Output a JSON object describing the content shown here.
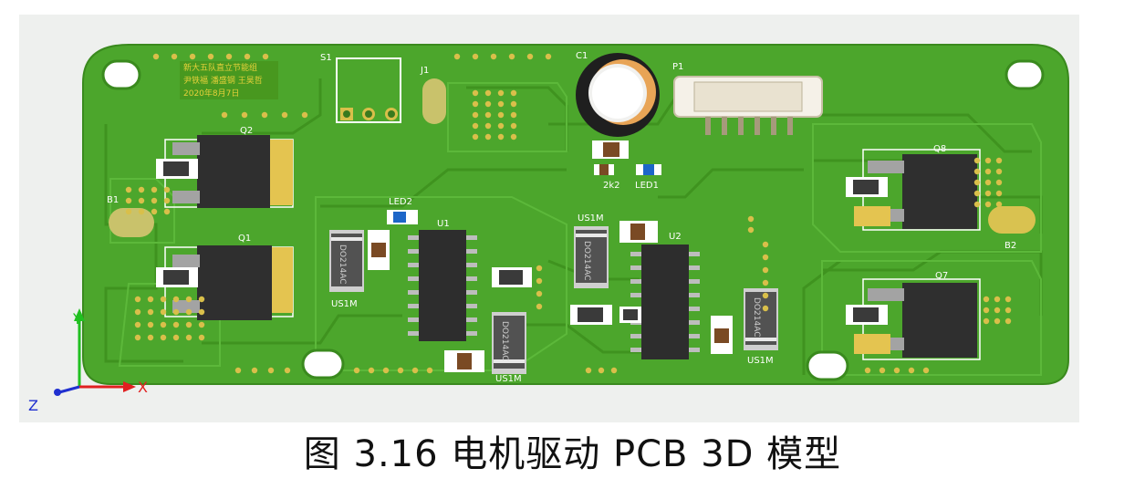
{
  "caption": "图  3.16  电机驱动 PCB 3D 模型",
  "colors": {
    "viewport_bg": "#eef0ee",
    "board": "#4ca62c",
    "board_light": "#5cb83a",
    "trace": "#3f931f",
    "silk": "#ffffff",
    "pad": "#d9bf4a",
    "ic_body": "#2d2d2d",
    "axis_x": "#e02020",
    "axis_y": "#20c020",
    "axis_z": "#2030d0"
  },
  "silkscreen": {
    "note_line1": "新大五队直立节能组",
    "note_line2": "尹铁福 潘盛钢 王昊哲",
    "note_line3": "2020年8月7日",
    "S1": "S1",
    "J1": "J1",
    "C1": "C1",
    "P1": "P1",
    "Q2": "Q2",
    "Q1": "Q1",
    "Q8": "Q8",
    "Q7": "Q7",
    "B1": "B1",
    "B2": "B2",
    "LED2": "LED2",
    "LED1": "LED1",
    "R_2k2": "2k2",
    "U1": "U1",
    "U2": "U2",
    "US1M_a": "US1M",
    "US1M_b": "US1M",
    "US1M_c": "US1M",
    "US1M_d": "US1M"
  },
  "diode_marking": "DO214AC",
  "axes": {
    "x": "X",
    "y": "Y",
    "z": "Z"
  }
}
